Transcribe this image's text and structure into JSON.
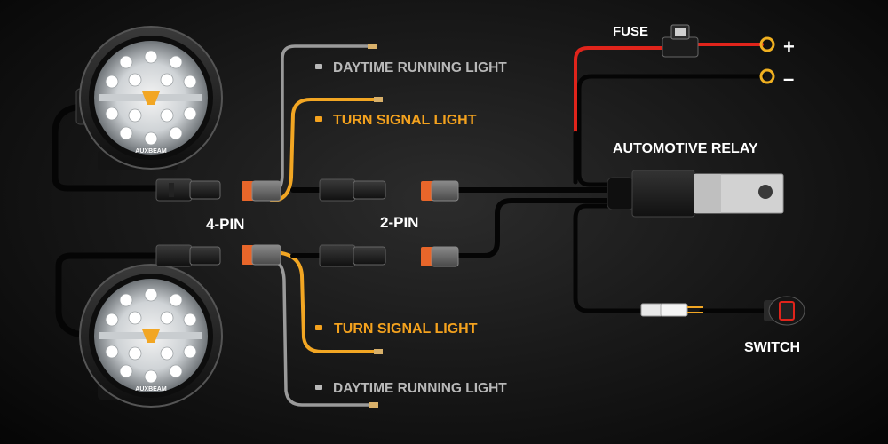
{
  "labels": {
    "fuse": "FUSE",
    "plus": "+",
    "minus": "–",
    "relay": "AUTOMOTIVE RELAY",
    "switch": "SWITCH",
    "four_pin": "4-PIN",
    "two_pin": "2-PIN",
    "drl_top": "DAYTIME RUNNING LIGHT",
    "turn_top": "TURN SIGNAL LIGHT",
    "turn_bottom": "TURN SIGNAL LIGHT",
    "drl_bottom": "DAYTIME RUNNING LIGHT",
    "brand_top": "AUXBEAM",
    "brand_bottom": "AUXBEAM"
  },
  "colors": {
    "background": "#1a1a1a",
    "wire_black": "#0a0a0a",
    "wire_red": "#e0241b",
    "wire_yellow": "#f2a623",
    "wire_gray": "#9a9a9a",
    "label_white": "#ffffff",
    "label_gray": "#b8b8b8",
    "label_orange": "#f4a21e",
    "terminal": "#f0b020"
  },
  "icons": [
    "fuse-icon",
    "relay-icon",
    "switch-icon",
    "led-light-icon",
    "connector-icon",
    "terminal-icon"
  ]
}
